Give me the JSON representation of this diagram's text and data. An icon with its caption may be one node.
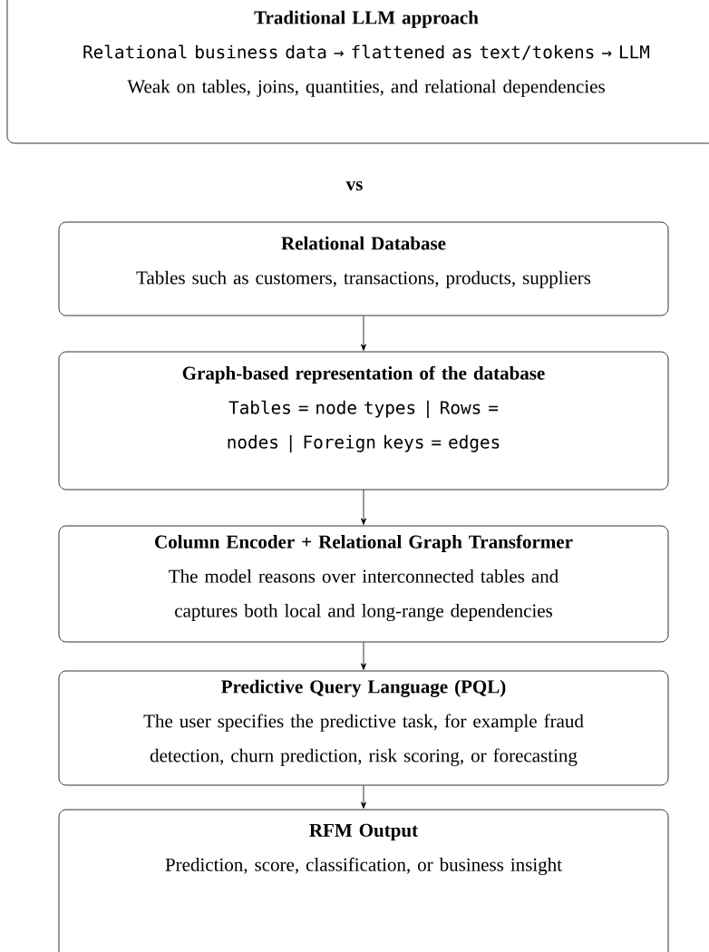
{
  "diagram": {
    "nodes": [
      {
        "text": [
          "Traditional LLM approach",
          "Relational business data → flattened as text/tokens → LLM",
          "Weak on tables, joins, quantities, and relational dependencies"
        ]
      },
      {
        "text": [
          "Relational Database",
          "Tables such as customers, transactions, products, suppliers"
        ]
      },
      {
        "text": [
          "Graph-based representation of the database",
          "Tables = node types | Rows = nodes | Foreign keys = edges"
        ]
      },
      {
        "text": [
          "Column Encoder + Relational Graph Transformer",
          "The model reasons over interconnected tables and captures both local and long-range dependencies"
        ]
      },
      {
        "text": [
          "Predictive Query Language (PQL)",
          "The user specifies the predictive task, for example fraud detection, churn prediction, risk scoring, or forecasting"
        ]
      },
      {
        "text": [
          "RFM Output",
          "Prediction, score, classification, or business insight"
        ]
      }
    ],
    "edges": [
      {
        "from": 1,
        "to": 2,
        "arrow": "to"
      },
      {
        "from": 2,
        "to": 3,
        "arrow": "to"
      },
      {
        "from": 3,
        "to": 4,
        "arrow": "to"
      },
      {
        "from": 4,
        "to": 5,
        "arrow": "to"
      }
    ],
    "labels": [
      "vs"
    ]
  }
}
